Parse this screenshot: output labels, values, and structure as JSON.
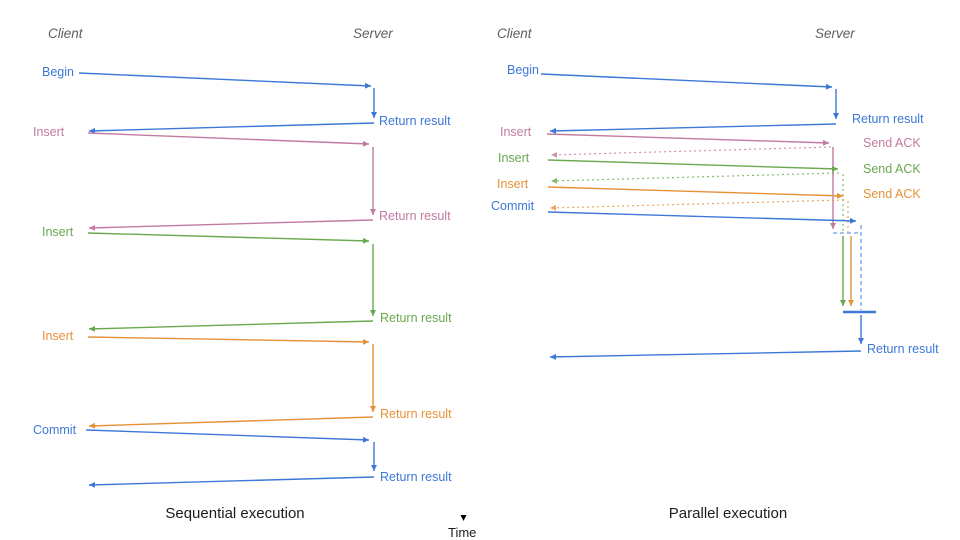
{
  "palette": {
    "blue": "#3c78d8",
    "pink": "#c27ba0",
    "green": "#6aa84f",
    "orange": "#e69138",
    "dashed_blue": "#6d9eeb",
    "header_gray": "#5f5f5f",
    "title_black": "#1c1c1c"
  },
  "axis": {
    "time_label": "Time"
  },
  "left": {
    "title": "Sequential execution",
    "headers": {
      "client": "Client",
      "server": "Server"
    },
    "labels": {
      "begin": "Begin",
      "return1": "Return result",
      "insert1": "Insert",
      "return2": "Return result",
      "insert2": "Insert",
      "return3": "Return result",
      "insert3": "Insert",
      "return4": "Return result",
      "commit": "Commit",
      "return5": "Return result"
    }
  },
  "right": {
    "title": "Parallel execution",
    "headers": {
      "client": "Client",
      "server": "Server"
    },
    "labels": {
      "begin": "Begin",
      "return_begin": "Return result",
      "insert1": "Insert",
      "ack1": "Send ACK",
      "insert2": "Insert",
      "ack2": "Send ACK",
      "insert3": "Insert",
      "ack3": "Send ACK",
      "commit": "Commit",
      "return_final": "Return result"
    }
  }
}
